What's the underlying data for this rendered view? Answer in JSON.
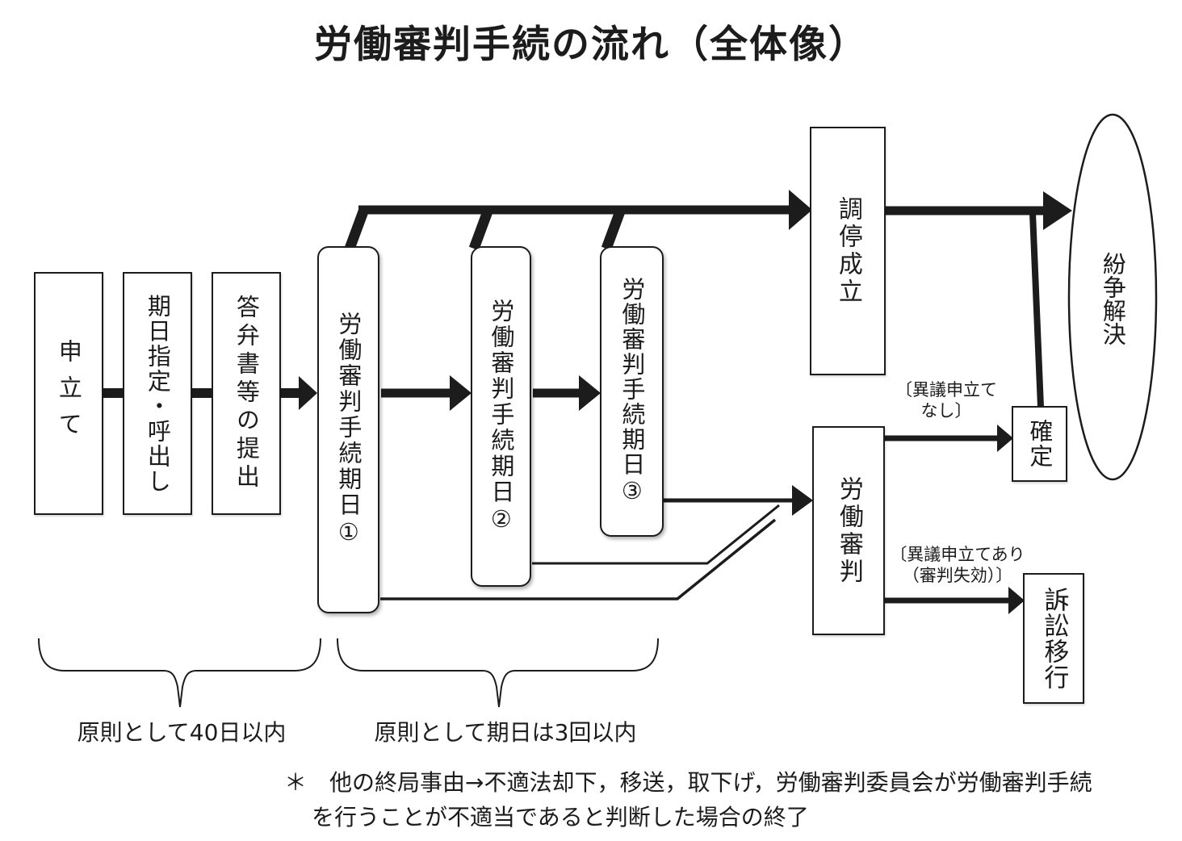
{
  "title": "労働審判手続の流れ（全体像）",
  "nodes": {
    "filing": "申立て",
    "date_summons": "期日指定・呼出し",
    "answer_submission": "答弁書等の提出",
    "hearing1": "労働審判手続期日①",
    "hearing2": "労働審判手続期日②",
    "hearing3": "労働審判手続期日③",
    "mediation_success": "調停成立",
    "labor_tribunal": "労働審判",
    "final_decision": "確定",
    "dispute_resolution": "紛争解決",
    "litigation_transfer": "訴訟移行"
  },
  "annotations": {
    "no_objection_line1": "〔異議申立て",
    "no_objection_line2": "なし〕",
    "objection_line1": "〔異議申立てあり",
    "objection_line2": "（審判失効）〕",
    "brace_left_label": "原則として40日以内",
    "brace_right_label": "原則として期日は3回以内",
    "footnote_line1": "＊　他の終局事由→不適法却下，移送，取下げ，労働審判委員会が労働審判手続",
    "footnote_line2": "を行うことが不適当であると判断した場合の終了"
  },
  "colors": {
    "ink": "#1c1c1c",
    "background": "#ffffff"
  }
}
